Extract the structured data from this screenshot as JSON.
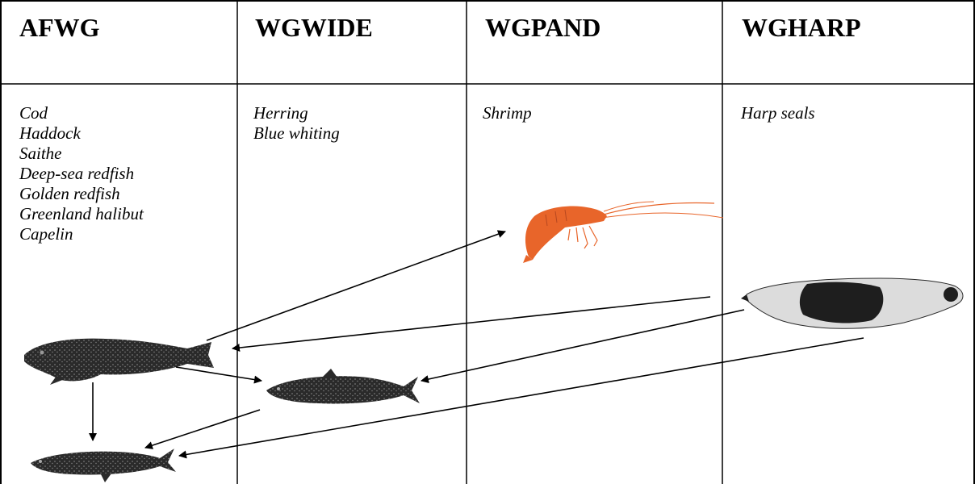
{
  "columns": [
    {
      "header": "AFWG",
      "species": [
        "Cod",
        "Haddock",
        "Saithe",
        "Deep-sea redfish",
        "Golden redfish",
        "Greenland halibut",
        "Capelin"
      ]
    },
    {
      "header": "WGWIDE",
      "species": [
        "Herring",
        "Blue whiting"
      ]
    },
    {
      "header": "WGPAND",
      "species": [
        "Shrimp"
      ]
    },
    {
      "header": "WGHARP",
      "species": [
        "Harp seals"
      ]
    }
  ],
  "colors": {
    "line": "#000000",
    "shrimp": "#e8652a",
    "silhouette": "#1c1c1c"
  }
}
